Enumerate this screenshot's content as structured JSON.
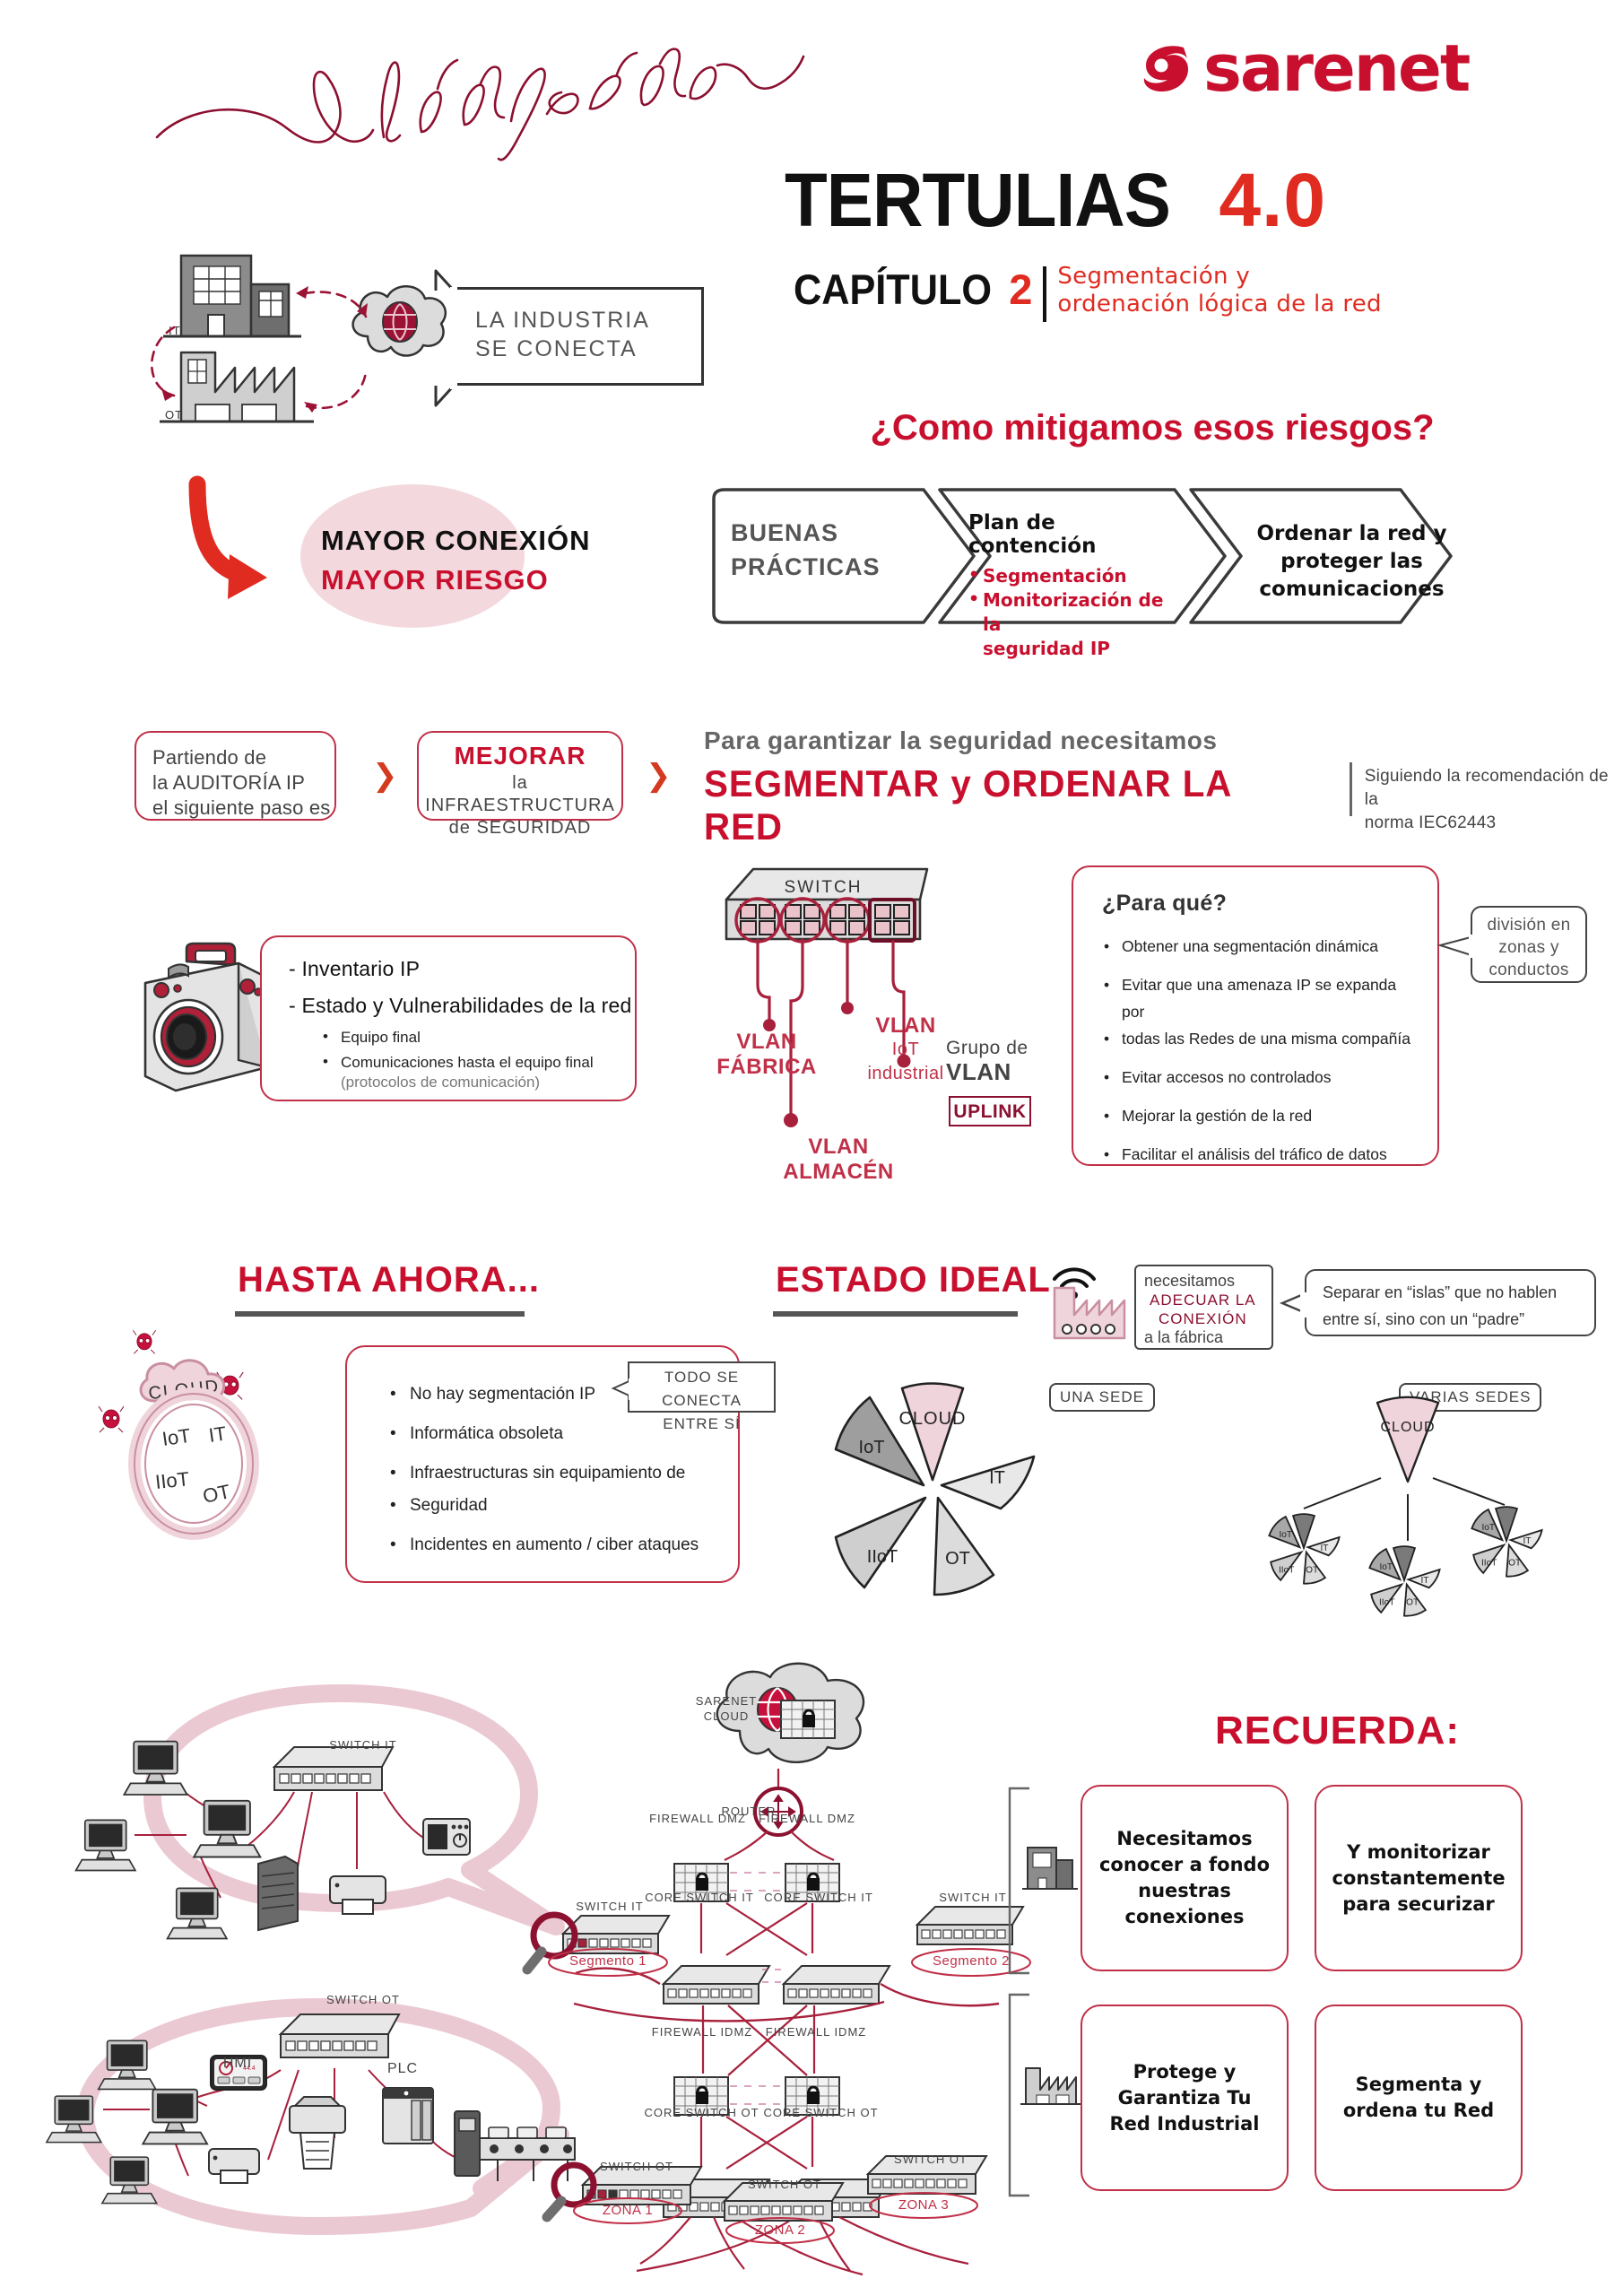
{
  "header": {
    "script_title": "el viaje del dato",
    "brand": "sarenet",
    "title_main": "TERTULIAS",
    "title_version": "4.0",
    "chapter_label": "CAPÍTULO",
    "chapter_number": "2",
    "chapter_subtitle_line1": "Segmentación y",
    "chapter_subtitle_line2": "ordenación lógica de la red",
    "accent_red": "#C8102E",
    "accent_orange": "#E02B20"
  },
  "industry": {
    "bubble_line1": "LA INDUSTRIA",
    "bubble_line2": "SE CONECTA",
    "label_it": "IT",
    "label_ot": "OT",
    "oval_line1": "MAYOR CONEXIÓN",
    "oval_line2": "MAYOR RIESGO",
    "oval_bg": "#F3D9DE"
  },
  "mitigate": {
    "question": "¿Como mitigamos esos riesgos?",
    "step1_line1": "BUENAS",
    "step1_line2": "PRÁCTICAS",
    "step2_title": "Plan de contención",
    "step2_bullets": [
      "Segmentación",
      "Monitorización de la",
      "seguridad IP"
    ],
    "step3_line1": "Ordenar la red y",
    "step3_line2": "proteger las",
    "step3_line3": "comunicaciones"
  },
  "steps": {
    "card1_line1": "Partiendo de",
    "card1_line2": "la AUDITORÍA IP",
    "card1_line3": "el siguiente paso es",
    "card2_title": "MEJORAR",
    "card2_line1": "la  INFRAESTRUCTURA",
    "card2_line2": "de SEGURIDAD",
    "chevron": "❯"
  },
  "segment": {
    "eyebrow": "Para garantizar la seguridad necesitamos",
    "headline": "SEGMENTAR y ORDENAR LA RED",
    "note_line1": "Siguiendo la recomendación de la",
    "note_line2": "norma IEC62443"
  },
  "camera_card": {
    "line1": "- Inventario IP",
    "line2": "- Estado y Vulnerabilidades de la red",
    "bullets": [
      "Equipo final",
      "Comunicaciones hasta el equipo final"
    ],
    "paren": "(protocolos de comunicación)"
  },
  "switch": {
    "label": "SWITCH",
    "vlan_fabrica_l1": "VLAN",
    "vlan_fabrica_l2": "FÁBRICA",
    "vlan_almacen_l1": "VLAN",
    "vlan_almacen_l2": "ALMACÉN",
    "vlan_iot_l1": "VLAN",
    "vlan_iot_l2": "IoT",
    "vlan_iot_l3": "industrial",
    "grupo_l1": "Grupo de",
    "grupo_l2": "VLAN",
    "uplink": "UPLINK"
  },
  "para_que": {
    "title": "¿Para qué?",
    "bullets": [
      "Obtener una segmentación dinámica",
      "Evitar que una amenaza IP se expanda por",
      "todas las Redes de una misma compañía",
      "Evitar accesos no controlados",
      "Mejorar la gestión de la red",
      "Facilitar el análisis del tráfico de datos"
    ],
    "bubble_l1": "división en",
    "bubble_l2": "zonas y",
    "bubble_l3": "conductos"
  },
  "hasta_ahora": {
    "title": "HASTA AHORA...",
    "cloud_label": "CLOUD",
    "ring_labels": [
      "IoT",
      "IT",
      "IIoT",
      "OT"
    ],
    "bullets": [
      "No hay segmentación IP",
      "Informática obsoleta",
      "Infraestructuras sin equipamiento de",
      "Seguridad",
      "Incidentes en aumento / ciber ataques"
    ],
    "bubble_l1": "TODO SE CONECTA",
    "bubble_l2": "ENTRE SÍ"
  },
  "estado_ideal": {
    "title": "ESTADO IDEAL",
    "factory_bubble_l1": "necesitamos",
    "factory_bubble_l2": "ADECUAR LA",
    "factory_bubble_l3": "CONEXIÓN",
    "factory_bubble_l4": "a la fábrica",
    "separar_l1": "Separar en “islas” que no hablen",
    "separar_l2": "entre sí, sino con un “padre”",
    "tag_una_sede": "UNA SEDE",
    "tag_varias_sedes": "VARIAS SEDES",
    "pie_labels": [
      "CLOUD",
      "IT",
      "OT",
      "IIoT",
      "IoT"
    ],
    "pie_colors": [
      "#F0D4DB",
      "#E8E8E8",
      "#DCDCDC",
      "#CFCFCF",
      "#9E9E9E"
    ],
    "small_pie_labels": [
      "IoT",
      "IT",
      "OT",
      "IIoT"
    ]
  },
  "network": {
    "sarenet_cloud_l1": "SARENET",
    "sarenet_cloud_l2": "CLOUD",
    "router": "ROUTER",
    "firewall_dmz": "FIREWALL DMZ",
    "firewall_idmz": "FIREWALL IDMZ",
    "core_switch_it": "CORE SWITCH IT",
    "core_switch_ot": "CORE SWITCH OT",
    "switch_it": "SWITCH IT",
    "switch_ot": "SWITCH OT",
    "hmi": "HMI",
    "plc": "PLC",
    "segmento1": "Segmento 1",
    "segmento2": "Segmento 2",
    "zona1": "ZONA 1",
    "zona2": "ZONA 2",
    "zona3": "ZONA 3"
  },
  "recuerda": {
    "title": "RECUERDA:",
    "cards": [
      "Necesitamos conocer a fondo nuestras conexiones",
      "Y monitorizar constantemente para securizar",
      "Protege y Garantiza Tu Red Industrial",
      "Segmenta y ordena tu Red"
    ]
  },
  "chart_data": {
    "type": "pie",
    "title": "ESTADO IDEAL",
    "categories": [
      "CLOUD",
      "IT",
      "OT",
      "IIoT",
      "IoT"
    ],
    "values": [
      20,
      20,
      20,
      20,
      20
    ],
    "colors": [
      "#F0D4DB",
      "#E8E8E8",
      "#DCDCDC",
      "#CFCFCF",
      "#9E9E9E"
    ],
    "legend": "none",
    "notes": "Exploded 5-slice donut-less pie, equal slices, repeated at small scale for 'VARIAS SEDES' (3 satellite pies around a CLOUD slice)"
  }
}
